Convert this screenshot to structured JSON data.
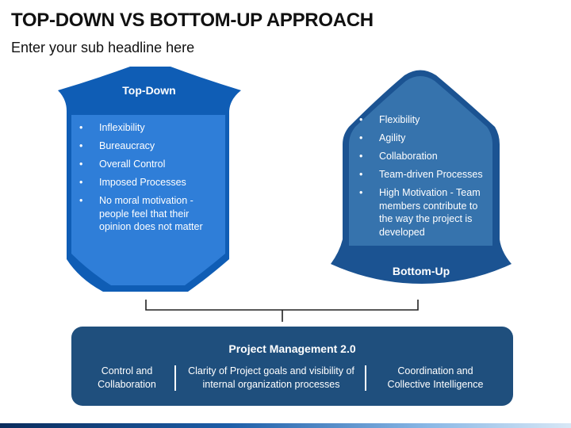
{
  "header": {
    "title": "TOP-DOWN VS BOTTOM-UP APPROACH",
    "subtitle": "Enter your sub headline here"
  },
  "top_down": {
    "label": "Top-Down",
    "items": [
      "Inflexibility",
      "Bureaucracy",
      "Overall Control",
      "Imposed Processes",
      "No moral motivation - people feel that their opinion does not matter"
    ]
  },
  "bottom_up": {
    "label": "Bottom-Up",
    "items": [
      "Flexibility",
      "Agility",
      "Collaboration",
      "Team-driven Processes",
      "High Motivation - Team members contribute to the way the project is developed"
    ]
  },
  "project_management": {
    "title": "Project Management 2.0",
    "columns": [
      "Control and Collaboration",
      "Clarity of Project goals and visibility of internal organization processes",
      "Coordination and Collective Intelligence"
    ]
  },
  "colors": {
    "top_down_dark": "#0f5db5",
    "top_down_light": "#2f7ed8",
    "bottom_up_dark": "#1b5392",
    "bottom_up_light": "#3673ad",
    "box": "#1f4f7d"
  }
}
